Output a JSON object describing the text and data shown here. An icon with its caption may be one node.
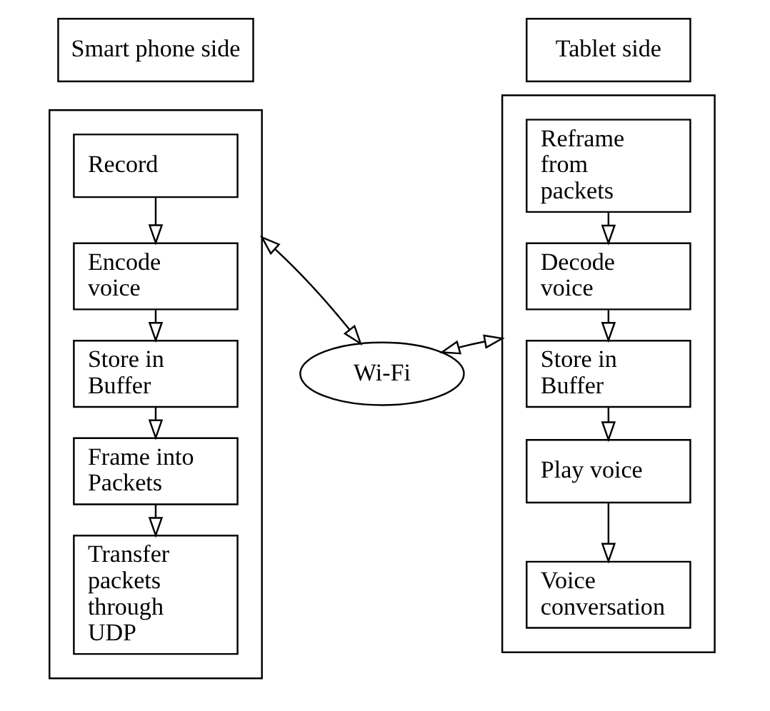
{
  "diagram": {
    "nodes": [
      {
        "text": [
          "Smart phone side"
        ]
      },
      {
        "text": [
          "Tablet side"
        ]
      },
      {
        "text": [],
        "shape": "box"
      },
      {
        "text": [
          "Record"
        ],
        "in": 2
      },
      {
        "text": [
          "Encode voice"
        ],
        "in": 2
      },
      {
        "text": [
          "Store in Buffer"
        ],
        "in": 2
      },
      {
        "text": [
          "Frame into Packets"
        ],
        "in": 2
      },
      {
        "text": [
          "Transfer packets through UDP"
        ],
        "in": 2
      },
      {
        "text": [],
        "shape": "box"
      },
      {
        "text": [
          "Reframe from packets"
        ],
        "in": 8
      },
      {
        "text": [
          "Decode voice"
        ],
        "in": 8
      },
      {
        "text": [
          "Store in Buffer"
        ],
        "in": 8
      },
      {
        "text": [
          "Play voice"
        ],
        "in": 8
      },
      {
        "text": [
          "Voice conversation"
        ],
        "in": 8
      },
      {
        "text": [
          "Wi-Fi"
        ]
      }
    ],
    "edges": [
      {
        "from": 3,
        "to": 4,
        "arrow": "to"
      },
      {
        "from": 4,
        "to": 5,
        "arrow": "to"
      },
      {
        "from": 5,
        "to": 6,
        "arrow": "to"
      },
      {
        "from": 6,
        "to": 7,
        "arrow": "to"
      },
      {
        "from": 9,
        "to": 10,
        "arrow": "to"
      },
      {
        "from": 10,
        "to": 11,
        "arrow": "to"
      },
      {
        "from": 11,
        "to": 12,
        "arrow": "to"
      },
      {
        "from": 12,
        "to": 13,
        "arrow": "to"
      },
      {
        "from": 2,
        "to": 14,
        "arrow": "both"
      },
      {
        "from": 14,
        "to": 8,
        "arrow": "both"
      }
    ]
  }
}
